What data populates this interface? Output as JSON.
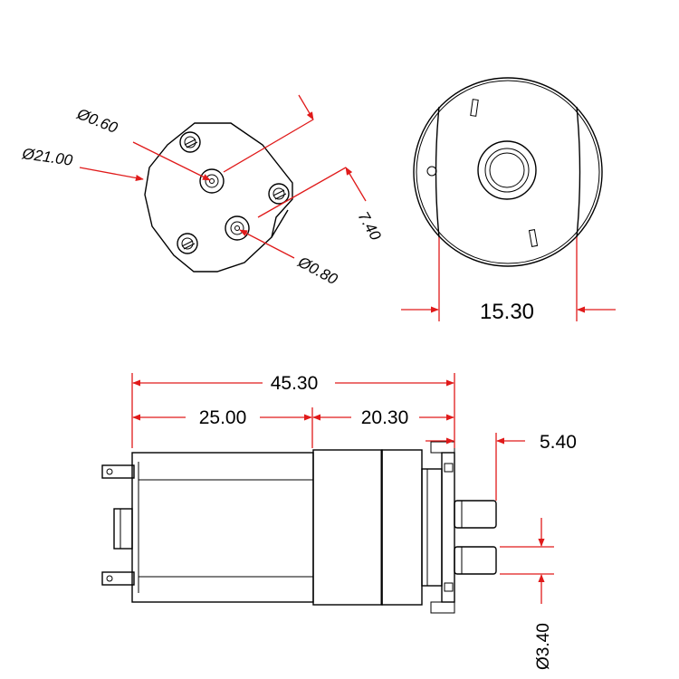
{
  "dimensions": {
    "hole_small": "Ø0.60",
    "body_diameter": "Ø21.00",
    "offset": "7.40",
    "hole_large": "Ø0.80",
    "flat_width": "15.30",
    "overall_length": "45.30",
    "motor_length": "25.00",
    "pump_length": "20.30",
    "nozzle_length": "5.40",
    "nozzle_diameter": "Ø3.40"
  },
  "colors": {
    "outline": "#000000",
    "dimension": "#e01a1a",
    "background": "#ffffff"
  }
}
